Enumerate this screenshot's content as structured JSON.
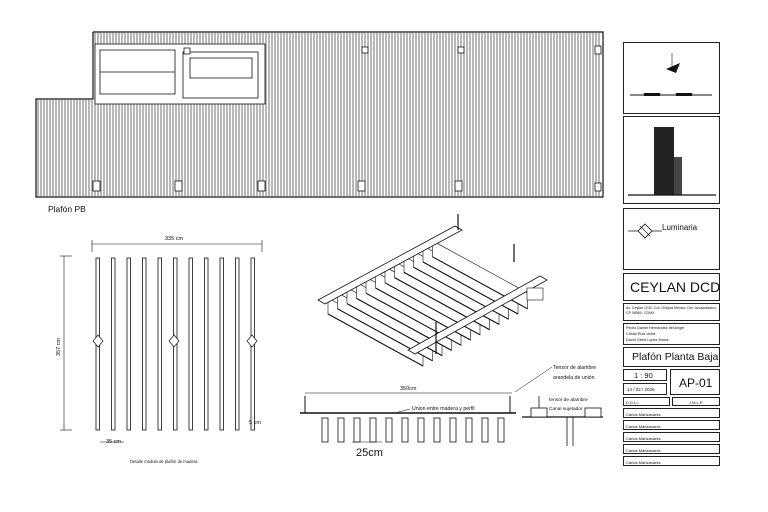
{
  "plan": {
    "title": "Plafón PB"
  },
  "module_detail": {
    "width_dim": "335 cm",
    "height_dim": "357 cm",
    "spacing_dim": "35 cm",
    "edge_dim": "5 cm",
    "caption": "Detalle módulo de plafón de madera",
    "slat_count": 11
  },
  "section_detail": {
    "span_dim": "350cm",
    "slat_dim": "25cm",
    "label_union": "Union entre madera y perfil",
    "label_tensor": "Tensor de alambre",
    "label_arandela": "arandela de unión",
    "label_tensor_small": "tensor de alambre",
    "label_canal": "Canal sujetador"
  },
  "iso_detail": {
    "slat_count": 12
  },
  "titleblock": {
    "legend_luminaria": "Luminaria",
    "company": "CEYLAN DCD",
    "address": "Av. Ceylan 1230, Col. Oxtipra Mexico, Del. Azcapotzalco, CP 08960, CDMX",
    "team": [
      "Pedro Daniel Hernandez del Angel",
      "Cristal Ruiz Uribe",
      "David Obed Lopez Ibarra"
    ],
    "sheet_title": "Plafón Planta Baja",
    "scale": "1 : 90",
    "date": "14 / 02 / 2026",
    "sheet_number": "AP-01",
    "code_left": "D.D.L.I.",
    "code_right": "J.M.L.P.",
    "reviewers": [
      "Carlos Manzanarez",
      "Carlos Manzanarez",
      "Carlos Manzanarez",
      "Carlos Manzanarez",
      "Carlos Manzanarez"
    ]
  }
}
